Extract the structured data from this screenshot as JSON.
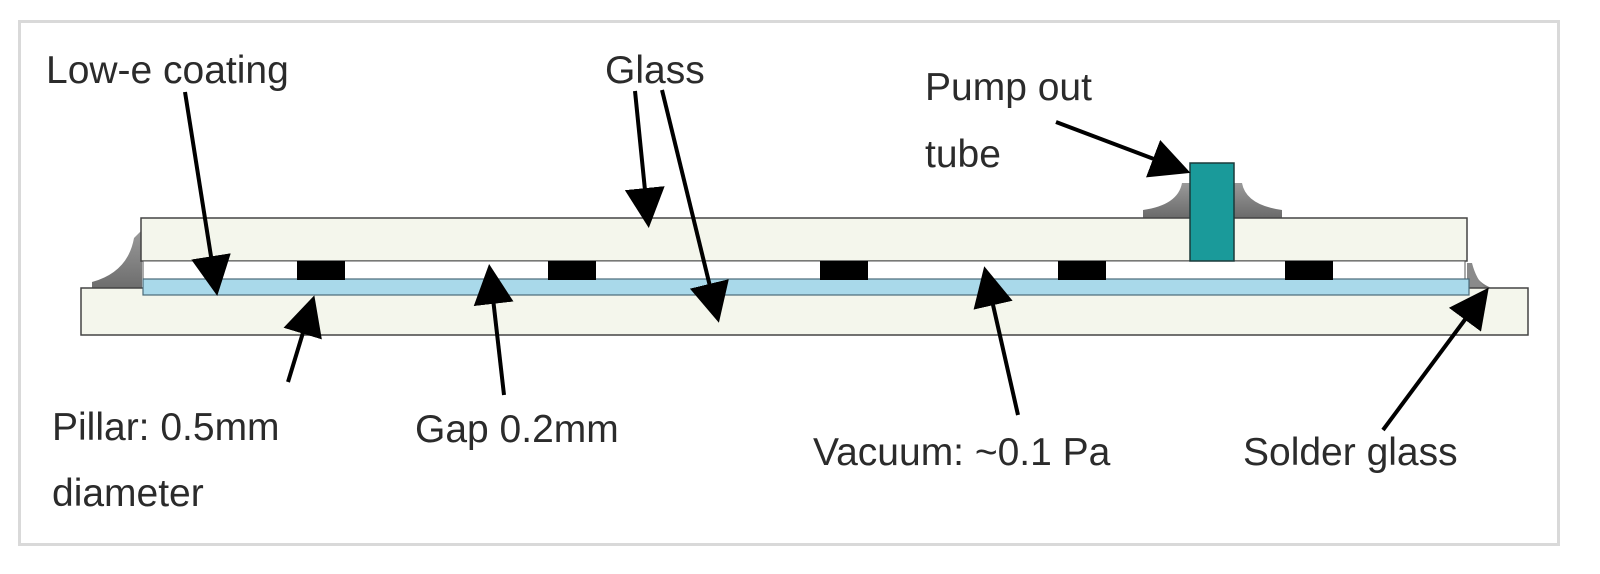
{
  "labels": {
    "low_e": "Low-e coating",
    "glass": "Glass",
    "pump_line1": "Pump out",
    "pump_line2": "tube",
    "pillar_line1": "Pillar: 0.5mm",
    "pillar_line2": "diameter",
    "gap": "Gap 0.2mm",
    "vacuum": "Vacuum: ~0.1 Pa",
    "solder": "Solder glass"
  },
  "colors": {
    "glass": "#f4f6ec",
    "coating": "#a9d9ea",
    "pillar": "#000000",
    "tube": "#1a9a9a",
    "solder": "#7a7a7a",
    "arrow": "#000000"
  }
}
